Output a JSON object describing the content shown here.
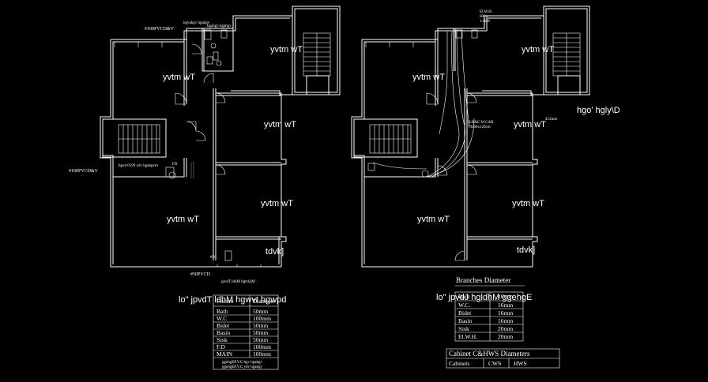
{
  "plan_left": {
    "rooms": [
      "yvtm wT",
      "yvtm wT",
      "yvtm wT",
      "yvtm wT",
      "yvtm wT"
    ],
    "kitchen": "tdvk]",
    "pipe_labels": {
      "top": "#100PVCD&V",
      "left": "#100PVCD&V",
      "bottom": "#50PVCD",
      "small_bottom": "#50",
      "small_mid": "mm"
    },
    "header_notes": [
      "hgvahgv hgahgv",
      "hgahgv hgahgv"
    ],
    "note_mid": "hgvd 0199 ydv  hgahgvm",
    "fd": "FD",
    "caption_small": "jpvdT ldhM hgtvk]M",
    "title": "lo\"  jpvdT ldhM hgwvt hgwpd",
    "table": {
      "header": [
        "Fixture",
        "Diameter"
      ],
      "rows": [
        [
          "Bath",
          "50mm"
        ],
        [
          "W.C",
          "100mm"
        ],
        [
          "Bidet",
          "50mm"
        ],
        [
          "Basin",
          "50mm"
        ],
        [
          "Sink",
          "50mm"
        ],
        [
          "F.D",
          "100mm"
        ],
        [
          "MAIN",
          "100mm"
        ]
      ],
      "footer": [
        "ggehgEP.V.C hgv hgahgv",
        "ggehgEP.V.C ydv hgahgv"
      ]
    }
  },
  "plan_right": {
    "rooms": [
      "yvtm wT",
      "yvtm wT",
      "yvtm wT",
      "yvtm wT",
      "yvtm wT"
    ],
    "kitchen": "tdvk]",
    "ewh_label": [
      "El.W.H.",
      "60Ltr",
      "1.0kW"
    ],
    "cabinet_label": [
      "D.B&C.W.CAB",
      "70x60x120cm"
    ],
    "dim": "412mm",
    "side_note": "hgo' hgly\\D",
    "title": "lo\"  jpvdJ  hgldhM  ggehgE",
    "branches": {
      "title": "Branches  Diameter",
      "header": [
        "Bath",
        "16mm"
      ],
      "rows": [
        [
          "W.C.",
          "16mm"
        ],
        [
          "Bidet",
          "16mm"
        ],
        [
          "Basin",
          "16mm"
        ],
        [
          "Sink",
          "20mm"
        ],
        [
          "El.W.H.",
          "20mm"
        ]
      ]
    },
    "cabinet": {
      "title": "Cabinet  C&HWS  Diameters",
      "header": [
        "Cabinets",
        "CWS",
        "HWS"
      ]
    }
  }
}
